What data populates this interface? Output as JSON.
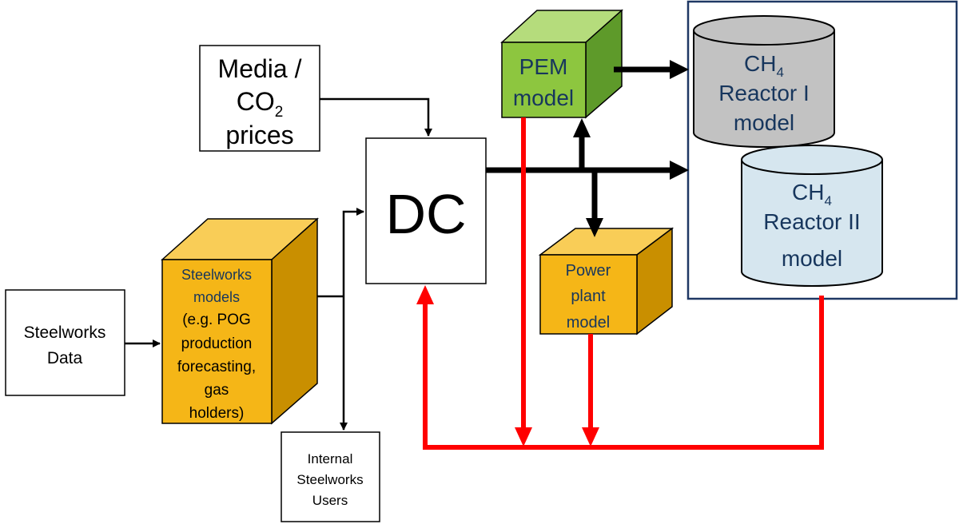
{
  "nodes": {
    "media": {
      "line1": "Media /",
      "line2_main": "CO",
      "line2_sub": "2",
      "line3": "prices"
    },
    "dc": {
      "label": "DC"
    },
    "pem": {
      "line1": "PEM",
      "line2": "model"
    },
    "reactor1": {
      "line1_main": "CH",
      "line1_sub": "4",
      "line2": "Reactor I",
      "line3": "model"
    },
    "reactor2": {
      "line1_main": "CH",
      "line1_sub": "4",
      "line2": "Reactor II",
      "line3": "model"
    },
    "power_plant": {
      "line1": "Power",
      "line2": "plant",
      "line3": "model"
    },
    "steel_data": {
      "line1": "Steelworks",
      "line2": "Data"
    },
    "steel_models": {
      "lines": [
        "Steelworks",
        "models",
        "(e.g. POG",
        "production",
        "forecasting,",
        "gas",
        "holders)"
      ]
    },
    "internal_users": {
      "line1": "Internal",
      "line2": "Steelworks",
      "line3": "Users"
    }
  },
  "colors": {
    "pem_front": "#8dc63f",
    "pem_side": "#5e9a2a",
    "pem_top": "#b5dc7c",
    "steel_front": "#f5b617",
    "steel_side": "#c98f00",
    "steel_top": "#f9cd57",
    "power_front": "#f5b617",
    "power_side": "#c98f00",
    "power_top": "#f9cd57",
    "reactor1_fill": "#c2c2c2",
    "reactor2_fill": "#d6e6ef",
    "navy_text": "#17365d",
    "feedback_red": "#ff0000",
    "arrow_black": "#000000"
  }
}
